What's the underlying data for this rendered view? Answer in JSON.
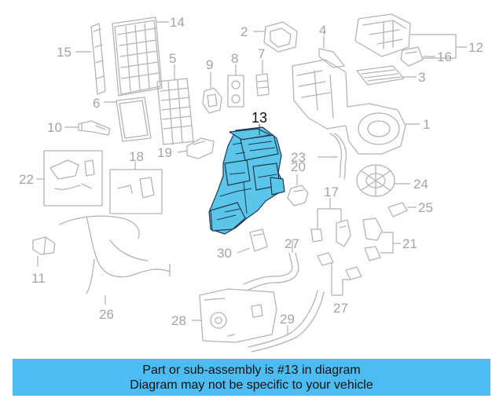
{
  "diagram": {
    "highlighted_part": "13",
    "highlight_color": "#5cc6ea",
    "callouts": [
      "1",
      "2",
      "3",
      "4",
      "5",
      "6",
      "7",
      "8",
      "9",
      "10",
      "11",
      "12",
      "13",
      "14",
      "15",
      "16",
      "17",
      "18",
      "19",
      "20",
      "21",
      "22",
      "23",
      "24",
      "25",
      "26",
      "27",
      "27",
      "28",
      "29",
      "30"
    ]
  },
  "banner": {
    "line1": "Part or sub-assembly is #13 in diagram",
    "line2": "Diagram may not be specific to your vehicle",
    "background": "#4cbcf2"
  }
}
